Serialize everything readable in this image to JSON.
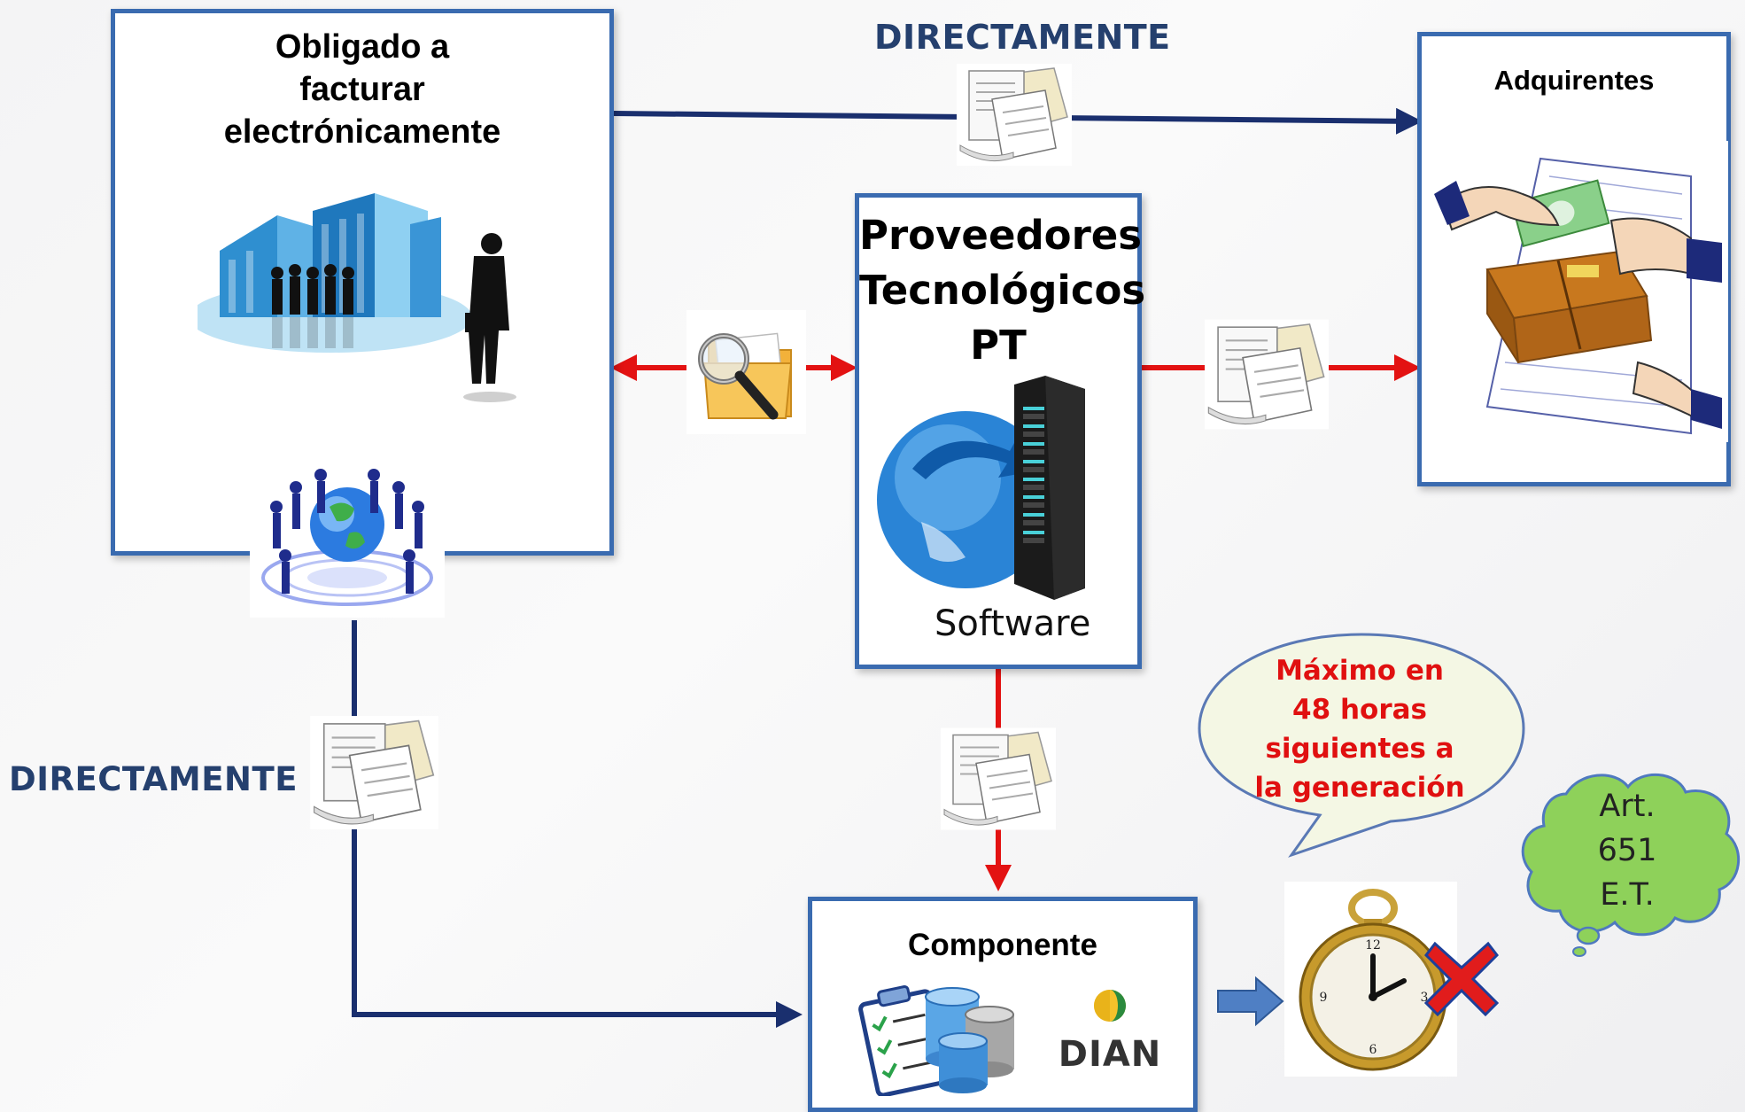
{
  "obligado": {
    "title_lines": [
      "Obligado a",
      "facturar",
      "electrónicamente"
    ]
  },
  "proveedores": {
    "title_lines": [
      "Proveedores",
      "Tecnológicos",
      "PT"
    ],
    "software_label": "Software"
  },
  "adquirentes": {
    "title": "Adquirentes"
  },
  "componente": {
    "title": "Componente",
    "dian_logo": "DIAN"
  },
  "labels": {
    "directo_top": "DIRECTAMENTE",
    "directo_left": "DIRECTAMENTE"
  },
  "speech_bubble": {
    "lines": [
      "Máximo en",
      "48 horas",
      "siguientes a",
      "la generación"
    ]
  },
  "cloud_note": {
    "lines": [
      "Art.",
      "651",
      "E.T."
    ]
  },
  "colors": {
    "navy": "#1a2f6e",
    "red": "#e31212",
    "box_border": "#3a6bb0",
    "cloud": "#8ed15a",
    "bubble": "#f3f7e3"
  }
}
